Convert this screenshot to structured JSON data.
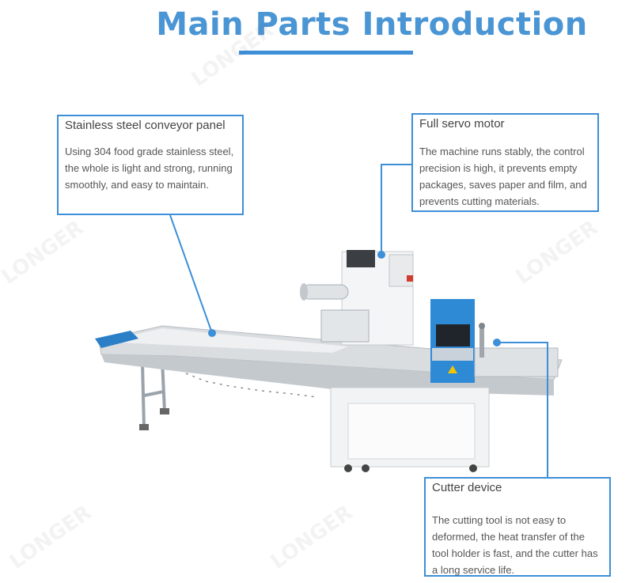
{
  "page": {
    "title": "Main Parts Introduction"
  },
  "callouts": {
    "conveyor": {
      "heading": "Stainless steel conveyor panel",
      "text": "Using 304 food grade stainless steel, the whole is light and strong, running smoothly, and easy to maintain."
    },
    "servo": {
      "heading": "Full servo motor",
      "text": "The machine runs stably, the control precision is high, it prevents empty packages, saves paper and film, and prevents cutting materials."
    },
    "cutter": {
      "heading": "Cutter device",
      "text": "The cutting tool is not easy to deformed, the heat transfer of the tool holder is fast, and the cutter has a long service life."
    }
  },
  "watermark": "LONGER",
  "colors": {
    "accent": "#3d8fd8",
    "title": "#4a95d4"
  }
}
